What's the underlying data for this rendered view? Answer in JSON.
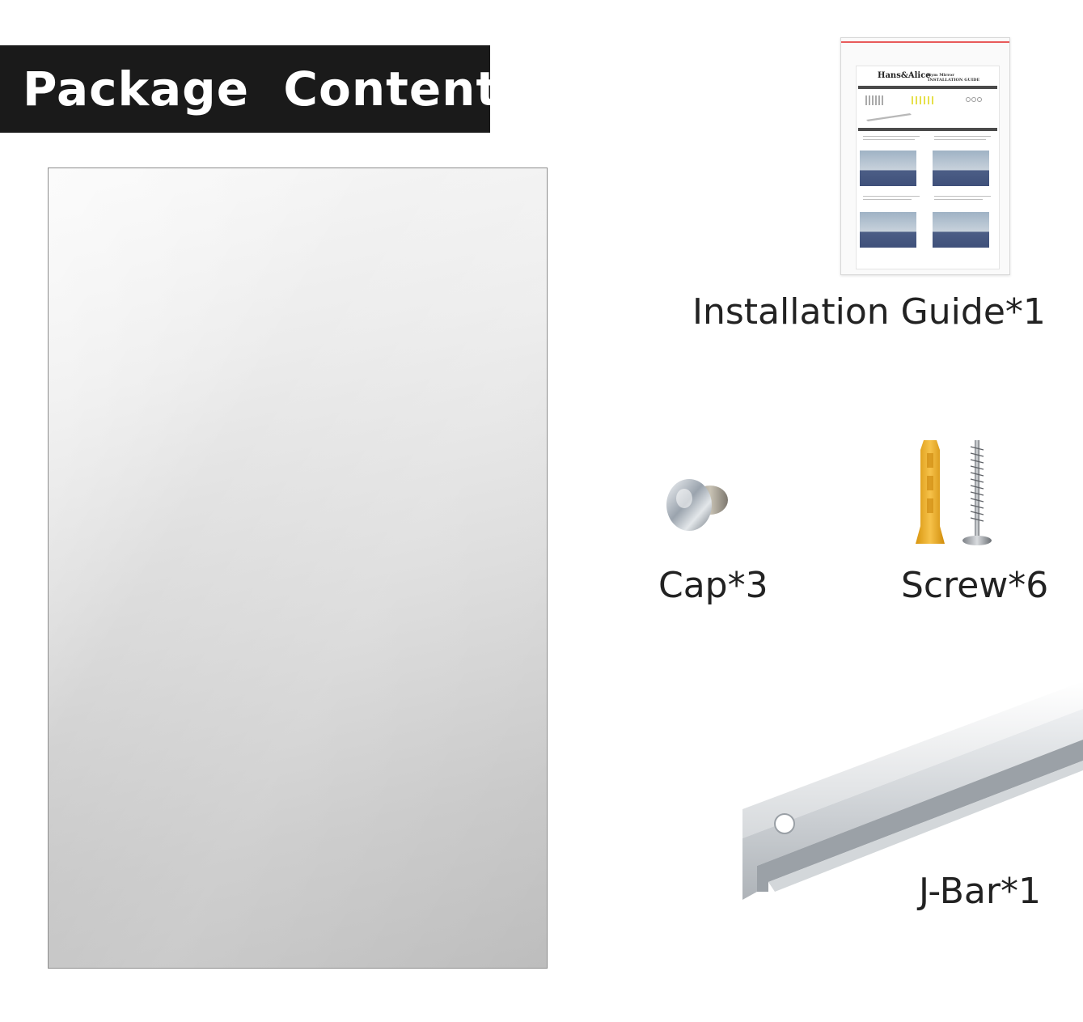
{
  "header": {
    "title": "Package  Contents"
  },
  "guide_sheet": {
    "brand": "Hans&Alice",
    "heading_line1": "Gym Mirror",
    "heading_line2": "INSTALLATION GUIDE"
  },
  "items": {
    "installation_guide": "Installation Guide*1",
    "cap": "Cap*3",
    "screw": "Screw*6",
    "jbar": "J-Bar*1"
  },
  "colors": {
    "banner_background": "#1a1a1a",
    "banner_text": "#ffffff",
    "anchor_yellow": "#f2b21c"
  }
}
